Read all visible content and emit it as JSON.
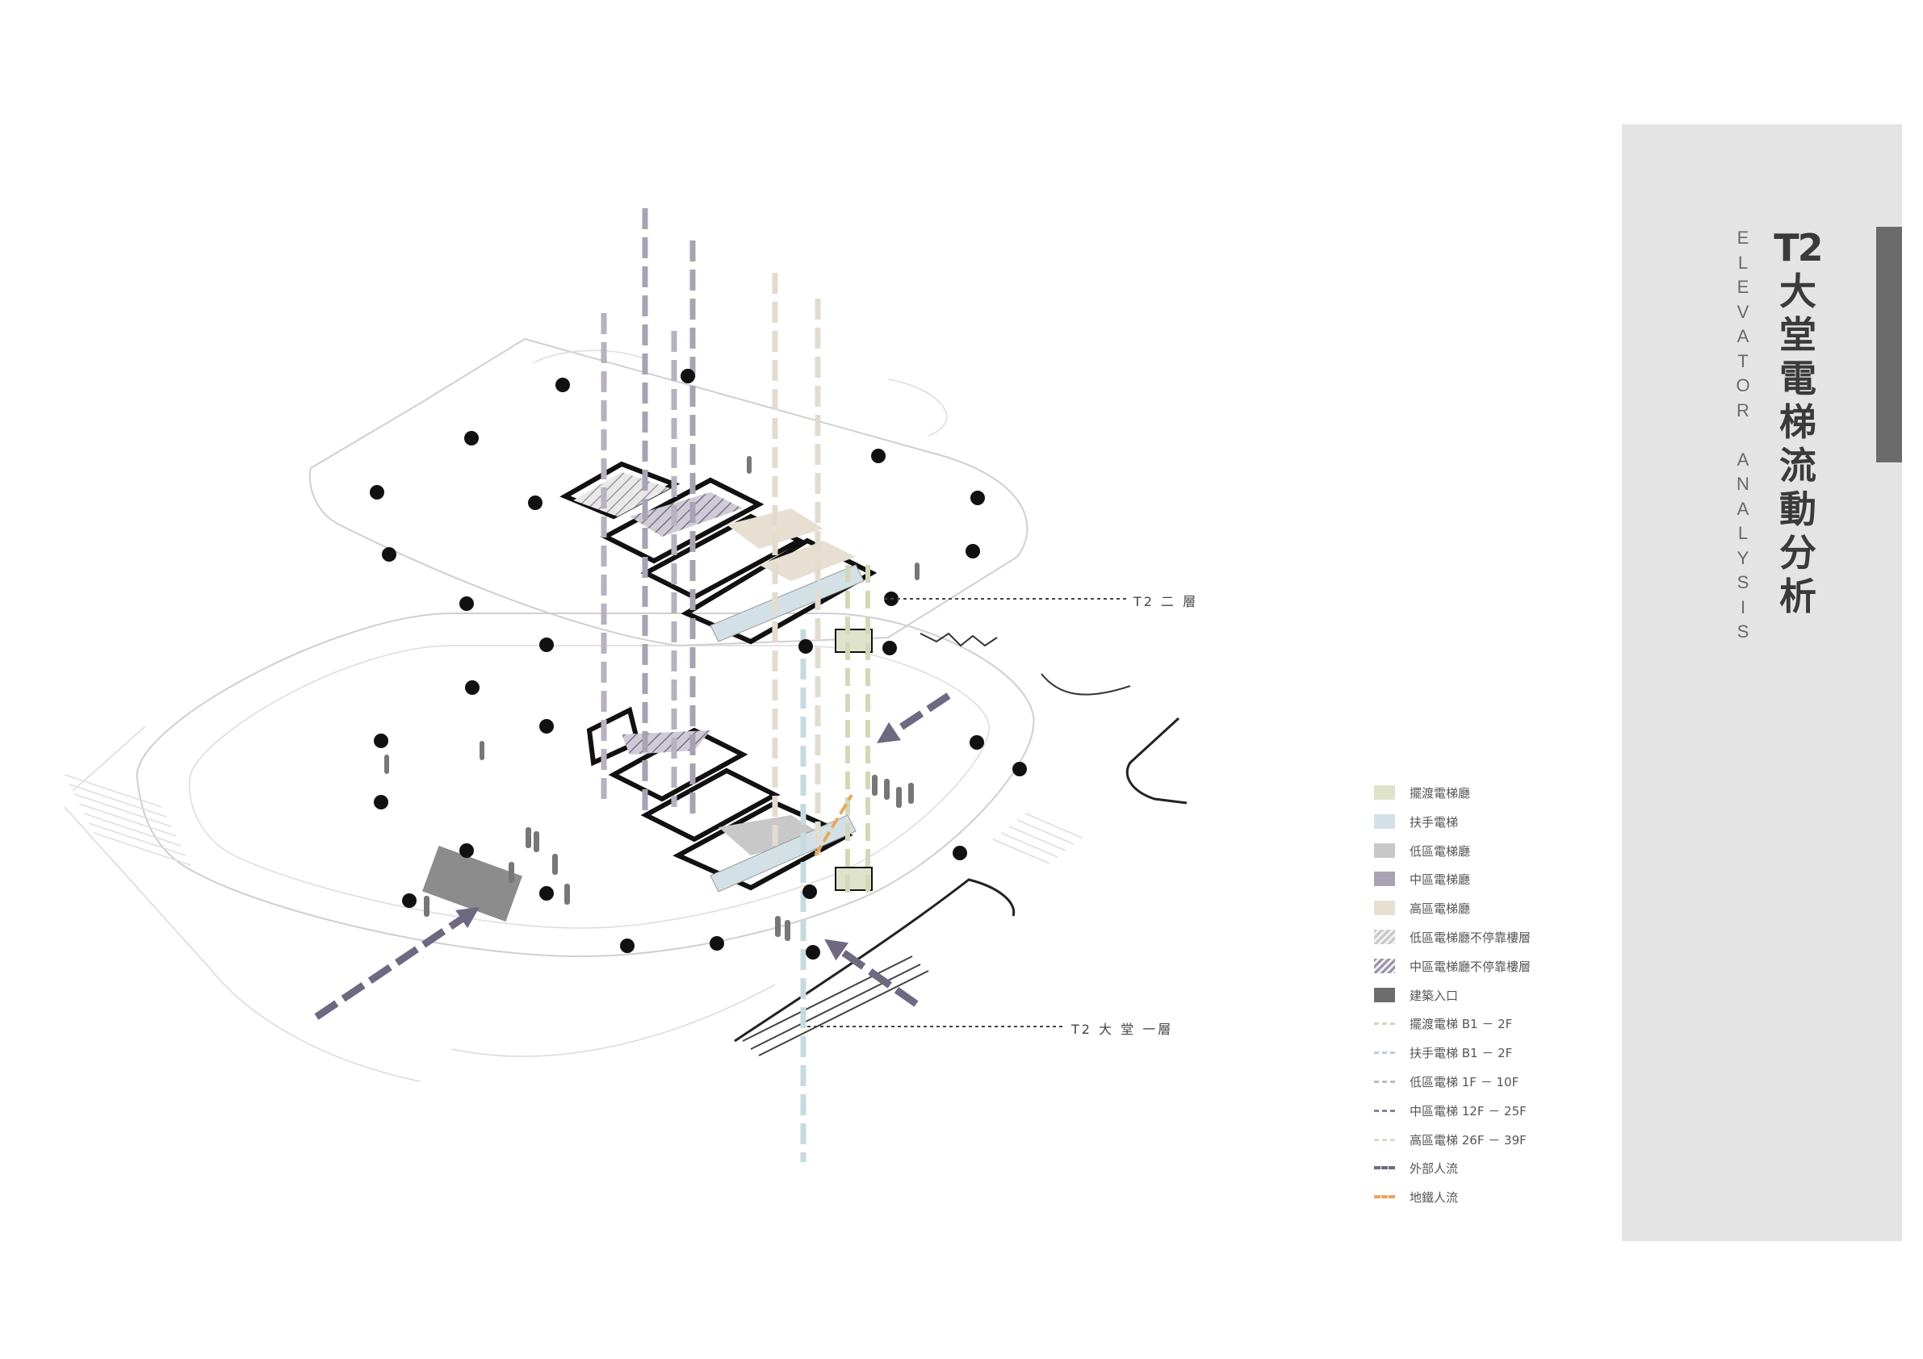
{
  "title": {
    "line1": "T2",
    "chars": [
      "大",
      "堂",
      "電",
      "梯",
      "流",
      "動",
      "分",
      "析"
    ],
    "subtitle_letters": [
      "E",
      "L",
      "E",
      "V",
      "A",
      "T",
      "O",
      "R",
      " ",
      "A",
      "N",
      "A",
      "L",
      "Y",
      "S",
      "I",
      "S"
    ]
  },
  "callouts": {
    "upper": "T2 二 層",
    "lower": "T2 大 堂 一層"
  },
  "legend": [
    {
      "label": "擺渡電梯廳",
      "kind": "fill",
      "color": "#dfe3cc"
    },
    {
      "label": "扶手電梯",
      "kind": "fill",
      "color": "#d3e1e6"
    },
    {
      "label": "低區電梯廳",
      "kind": "fill",
      "color": "#c8c8c8"
    },
    {
      "label": "中區電梯廳",
      "kind": "fill",
      "color": "#a9a2b3"
    },
    {
      "label": "高區電梯廳",
      "kind": "fill",
      "color": "#e6dfd2"
    },
    {
      "label": "低區電梯廳不停靠樓層",
      "kind": "hatch",
      "color": "#c8c8c8"
    },
    {
      "label": "中區電梯廳不停靠樓層",
      "kind": "hatch",
      "color": "#9a93a6"
    },
    {
      "label": "建築入口",
      "kind": "fill",
      "color": "#6d6d6d"
    },
    {
      "label": "擺渡電梯 B1 － 2F",
      "kind": "line",
      "color": "#d3d8b8"
    },
    {
      "label": "扶手電梯 B1 － 2F",
      "kind": "line",
      "color": "#b9d0d8"
    },
    {
      "label": "低區電梯 1F － 10F",
      "kind": "line",
      "color": "#bdbdbd"
    },
    {
      "label": "中區電梯 12F － 25F",
      "kind": "line",
      "color": "#8a8299"
    },
    {
      "label": "高區電梯 26F － 39F",
      "kind": "line",
      "color": "#e0d8c8"
    },
    {
      "label": "外部人流",
      "kind": "arrow",
      "color": "#6e6880"
    },
    {
      "label": "地鐵人流",
      "kind": "arrow",
      "color": "#e8a85a"
    }
  ],
  "colors": {
    "panel_bg": "#e4e4e4",
    "accent_bar": "#6b6b6b",
    "title_text": "#3a3a3a",
    "column_dot": "#111111",
    "wall": "#111111",
    "shuttle_line": "#d3d8b8",
    "escalator_line": "#b9d0d8",
    "low_line": "#bdbdbd",
    "mid_line": "#8a8299",
    "high_line": "#e0d8c8",
    "flow_arrow": "#6e6880",
    "metro_flow": "#e8a85a"
  }
}
